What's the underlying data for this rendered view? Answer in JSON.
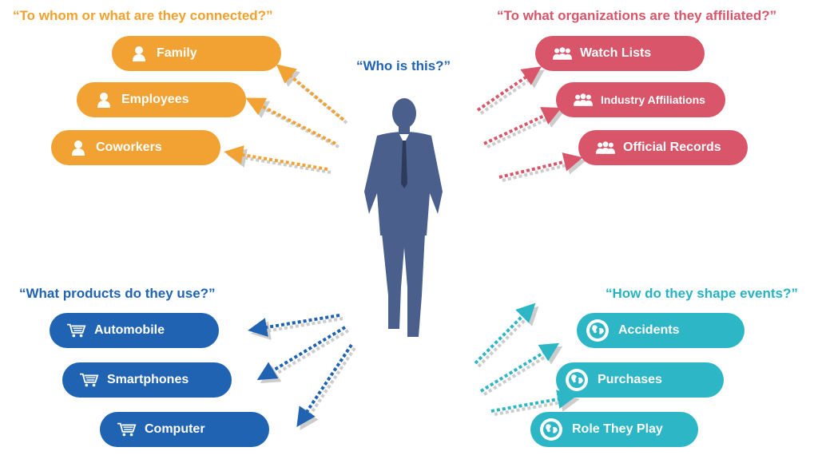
{
  "questions": {
    "connected": "“To whom or what are they connected?”",
    "affiliated": "“To what organizations are they affiliated?”",
    "who": "“Who is this?”",
    "products": "“What products do they use?”",
    "events": "“How do they shape events?”"
  },
  "connected": [
    "Family",
    "Employees",
    "Coworkers"
  ],
  "affiliated": [
    "Watch Lists",
    "Industry Affiliations",
    "Official Records"
  ],
  "products": [
    "Automobile",
    "Smartphones",
    "Computer"
  ],
  "events": [
    "Accidents",
    "Purchases",
    "Role They Play"
  ],
  "colors": {
    "orange": "#f2a233",
    "red": "#d9566a",
    "blue": "#1f63b2",
    "teal": "#2db6c6",
    "figure": "#4a5f8c"
  },
  "icons": {
    "connected": "person-icon",
    "affiliated": "group-icon",
    "products": "cart-icon",
    "events": "globe-icon"
  }
}
